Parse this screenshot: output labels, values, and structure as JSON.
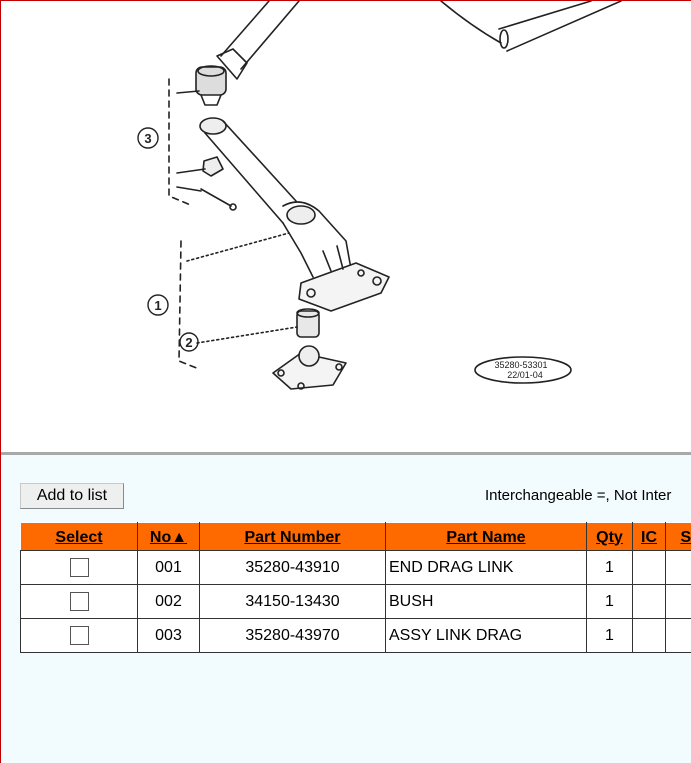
{
  "diagram": {
    "callouts": [
      "1",
      "2",
      "3"
    ],
    "stamp_line1": "35280-53301",
    "stamp_line2": "22/01-04"
  },
  "toolbar": {
    "add_to_list_label": "Add to list",
    "legend_text": "Interchangeable =, Not Inter"
  },
  "table": {
    "columns": [
      "Select",
      "No▲",
      "Part Number",
      "Part Name",
      "Qty",
      "IC",
      "S/"
    ],
    "rows": [
      {
        "no": "001",
        "part_number": "35280-43910",
        "part_name": "END DRAG LINK",
        "qty": "1",
        "ic": "",
        "s": ""
      },
      {
        "no": "002",
        "part_number": "34150-13430",
        "part_name": "BUSH",
        "qty": "1",
        "ic": "",
        "s": ""
      },
      {
        "no": "003",
        "part_number": "35280-43970",
        "part_name": "ASSY LINK DRAG",
        "qty": "1",
        "ic": "",
        "s": ""
      }
    ]
  },
  "colors": {
    "header_bg": "#ff6a00",
    "pane_bg": "#f2fcfe",
    "frame": "#c00000"
  }
}
